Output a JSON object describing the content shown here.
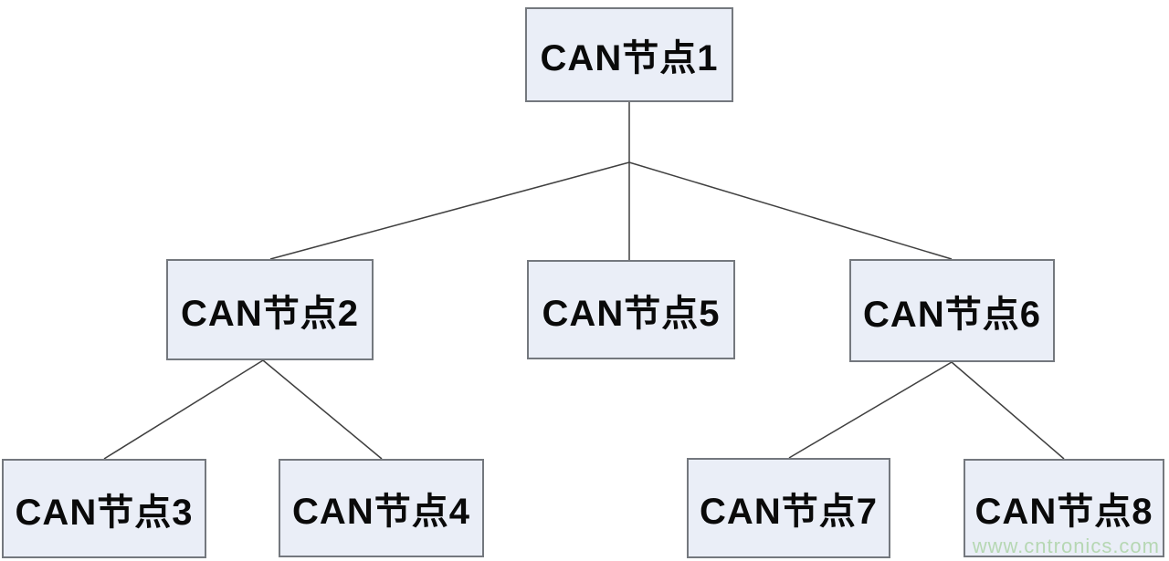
{
  "diagram": {
    "type": "tree",
    "nodes": [
      {
        "id": "node1",
        "label": "CAN节点1"
      },
      {
        "id": "node2",
        "label": "CAN节点2"
      },
      {
        "id": "node3",
        "label": "CAN节点3"
      },
      {
        "id": "node4",
        "label": "CAN节点4"
      },
      {
        "id": "node5",
        "label": "CAN节点5"
      },
      {
        "id": "node6",
        "label": "CAN节点6"
      },
      {
        "id": "node7",
        "label": "CAN节点7"
      },
      {
        "id": "node8",
        "label": "CAN节点8"
      }
    ],
    "edges": [
      {
        "from": "node1",
        "to": "node2"
      },
      {
        "from": "node1",
        "to": "node5"
      },
      {
        "from": "node1",
        "to": "node6"
      },
      {
        "from": "node2",
        "to": "node3"
      },
      {
        "from": "node2",
        "to": "node4"
      },
      {
        "from": "node6",
        "to": "node7"
      },
      {
        "from": "node6",
        "to": "node8"
      }
    ],
    "colors": {
      "node_fill": "#eaeef7",
      "node_border": "#74787e",
      "connector": "#404040",
      "background": "#ffffff",
      "watermark_text": "#b6d7b3"
    },
    "watermark": "www.cntronics.com"
  }
}
